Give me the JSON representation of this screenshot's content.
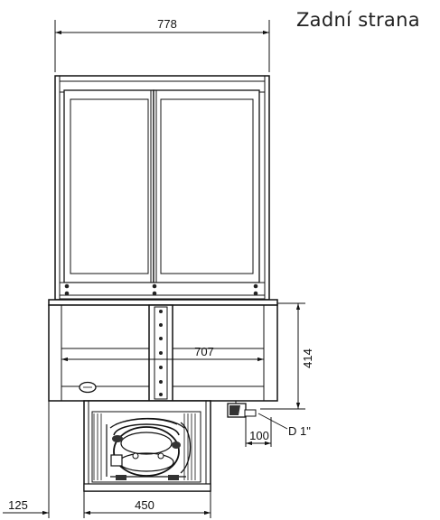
{
  "title": "Zadní strana",
  "dimensions": {
    "overall_width": "778",
    "inner_width": "707",
    "base_height": "414",
    "outlet_offset": "100",
    "pipe_label": "D 1\"",
    "side_offset": "125",
    "unit_width": "450"
  }
}
